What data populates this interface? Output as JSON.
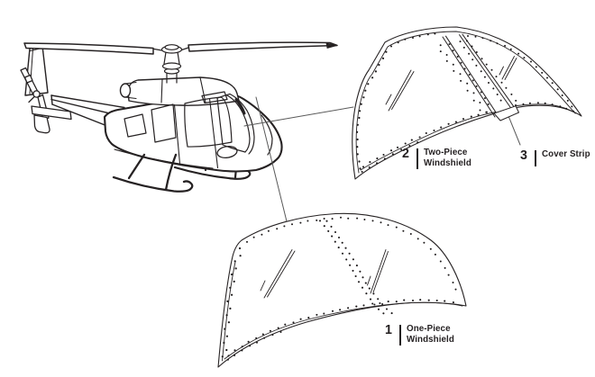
{
  "figure": {
    "subject": "Helicopter windshield configurations diagram",
    "background_color": "#ffffff",
    "ink_color": "#231f20",
    "leader_line_color": "#595959"
  },
  "callouts": [
    {
      "number": "1",
      "lines": [
        "One-Piece",
        "Windshield"
      ]
    },
    {
      "number": "2",
      "lines": [
        "Two-Piece",
        "Windshield"
      ]
    },
    {
      "number": "3",
      "lines": [
        "Cover Strip"
      ]
    }
  ]
}
